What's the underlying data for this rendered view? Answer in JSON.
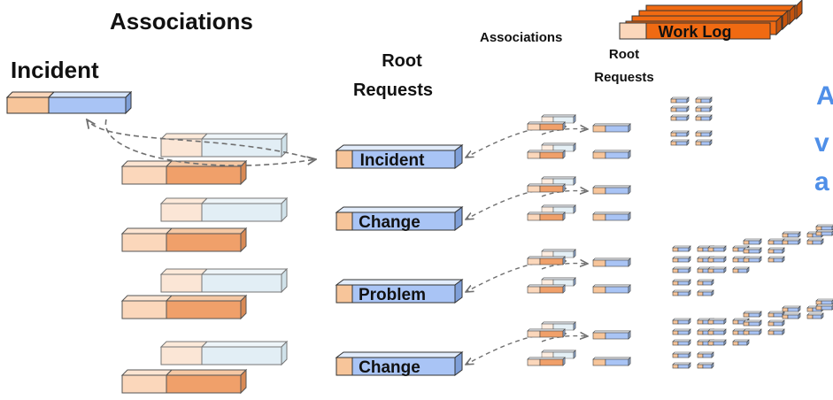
{
  "headings": {
    "associations_left": "Associations",
    "incident_label": "Incident",
    "root_requests_line1": "Root",
    "root_requests_line2": "Requests",
    "associations_small": "Associations",
    "root_requests_small_line1": "Root",
    "root_requests_small_line2": "Requests",
    "work_log": "Work Log",
    "side_text": [
      "A",
      "v",
      "a"
    ]
  },
  "root_requests": [
    {
      "label": "Incident"
    },
    {
      "label": "Change"
    },
    {
      "label": "Problem"
    },
    {
      "label": "Change"
    }
  ],
  "colors": {
    "orange_face": "#f0a06a",
    "orange_light": "#fbd7bb",
    "blue_face": "#a9c4f5",
    "blue_light": "#d3e6f0",
    "work_log": "#f06a12",
    "side_text": "#4f8fe8",
    "arrow": "#707070"
  }
}
